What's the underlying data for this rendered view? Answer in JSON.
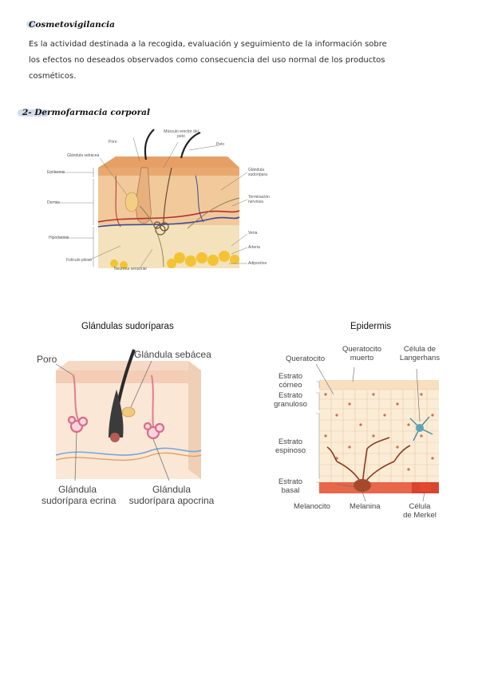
{
  "section1": {
    "title": "Cosmetovigilancia",
    "paragraph_lines": [
      "Es la actividad destinada a la recogida, evaluación y seguimiento de la información sobre",
      "los efectos no deseados observados como consecuencia del uso normal de los productos",
      "cosméticos."
    ]
  },
  "section2": {
    "title": "2- Dermofarmacia corporal"
  },
  "skin_figure": {
    "labels": {
      "poro": "Poro",
      "musculo": "Músculo erector del pelo",
      "pelo": "Pelo",
      "glandula_sebacea": "Glándula sebácea",
      "epidermis": "Epidermis",
      "dermis": "Dermis",
      "hipodermis": "Hipodermis",
      "foliculo": "Folículo piloso",
      "neurona": "Neurona sensorial",
      "glandula_sudoripara": "Glándula sudorípara",
      "terminacion": "Terminación nerviosa",
      "vena": "Vena",
      "arteria": "Arteria",
      "adipocitos": "Adipocitos"
    }
  },
  "sweat_figure": {
    "title": "Glándulas sudoríparas",
    "labels": {
      "poro": "Poro",
      "glandula_sebacea": "Glándula sebácea",
      "ecrina_1": "Glándula",
      "ecrina_2": "sudorípara ecrina",
      "apocrina_1": "Glándula",
      "apocrina_2": "sudorípara apocrina"
    }
  },
  "epidermis_figure": {
    "title": "Epidermis",
    "labels": {
      "queratocito": "Queratocito",
      "queratocito_muerto_1": "Queratocito",
      "queratocito_muerto_2": "muerto",
      "langerhans_1": "Célula de",
      "langerhans_2": "Langerhans",
      "corneo_1": "Estrato",
      "corneo_2": "córneo",
      "granuloso_1": "Estrato",
      "granuloso_2": "granuloso",
      "espinoso_1": "Estrato",
      "espinoso_2": "espinoso",
      "basal_1": "Estrato",
      "basal_2": "basal",
      "melanocito": "Melanocito",
      "melanina": "Melanina",
      "merkel_1": "Célula",
      "merkel_2": "de Merkel"
    }
  }
}
